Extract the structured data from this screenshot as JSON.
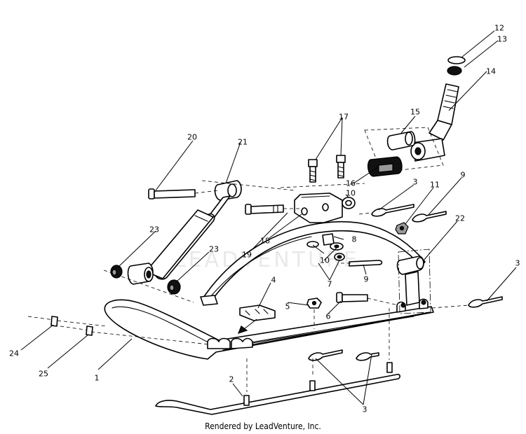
{
  "watermark": "LEADVENTURE",
  "footer": "Rendered by LeadVenture, Inc.",
  "callouts": [
    {
      "id": "1",
      "label": "1"
    },
    {
      "id": "2",
      "label": "2"
    },
    {
      "id": "3a",
      "label": "3"
    },
    {
      "id": "3b",
      "label": "3"
    },
    {
      "id": "3c",
      "label": "3"
    },
    {
      "id": "4",
      "label": "4"
    },
    {
      "id": "5",
      "label": "5"
    },
    {
      "id": "6",
      "label": "6"
    },
    {
      "id": "7",
      "label": "7"
    },
    {
      "id": "8",
      "label": "8"
    },
    {
      "id": "9a",
      "label": "9"
    },
    {
      "id": "9b",
      "label": "9"
    },
    {
      "id": "10a",
      "label": "10"
    },
    {
      "id": "10b",
      "label": "10"
    },
    {
      "id": "11",
      "label": "11"
    },
    {
      "id": "12",
      "label": "12"
    },
    {
      "id": "13",
      "label": "13"
    },
    {
      "id": "14",
      "label": "14"
    },
    {
      "id": "15",
      "label": "15"
    },
    {
      "id": "16",
      "label": "16"
    },
    {
      "id": "17",
      "label": "17"
    },
    {
      "id": "18",
      "label": "18"
    },
    {
      "id": "19",
      "label": "19"
    },
    {
      "id": "20",
      "label": "20"
    },
    {
      "id": "21",
      "label": "21"
    },
    {
      "id": "22",
      "label": "22"
    },
    {
      "id": "23a",
      "label": "23"
    },
    {
      "id": "23b",
      "label": "23"
    },
    {
      "id": "24",
      "label": "24"
    },
    {
      "id": "25",
      "label": "25"
    }
  ]
}
